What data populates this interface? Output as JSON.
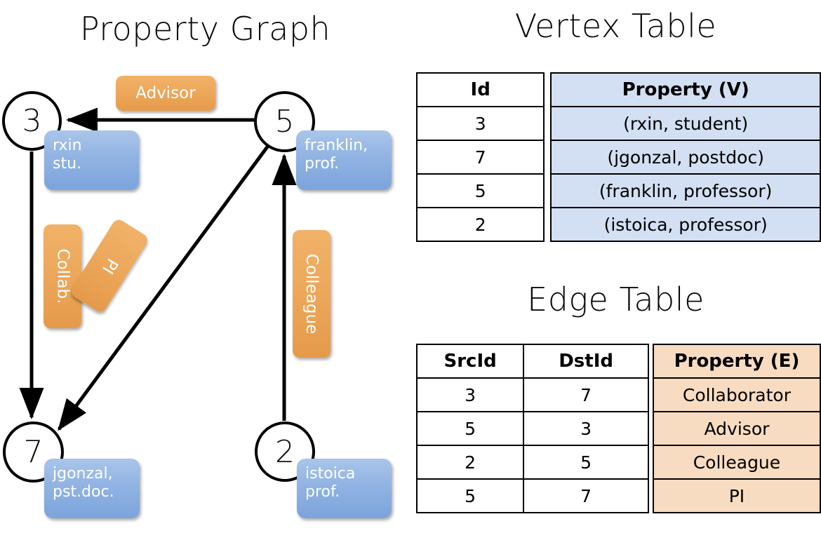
{
  "panels": {
    "graph_title": "Property Graph",
    "vertex_title": "Vertex Table",
    "edge_title": "Edge Table"
  },
  "graph": {
    "vertices": [
      {
        "id": "3",
        "property_lines": [
          "rxin",
          "stu."
        ]
      },
      {
        "id": "5",
        "property_lines": [
          "franklin,",
          "prof."
        ]
      },
      {
        "id": "7",
        "property_lines": [
          "jgonzal,",
          "pst.doc."
        ]
      },
      {
        "id": "2",
        "property_lines": [
          "istoica",
          "prof."
        ]
      }
    ],
    "edge_labels": {
      "advisor": "Advisor",
      "collab": "Collab.",
      "pi": "PI",
      "colleague": "Colleague"
    }
  },
  "vertex_table": {
    "headers": [
      "Id",
      "Property (V)"
    ],
    "rows": [
      {
        "id": "3",
        "property": "(rxin, student)"
      },
      {
        "id": "7",
        "property": "(jgonzal, postdoc)"
      },
      {
        "id": "5",
        "property": "(franklin, professor)"
      },
      {
        "id": "2",
        "property": "(istoica, professor)"
      }
    ]
  },
  "edge_table": {
    "headers": [
      "SrcId",
      "DstId",
      "Property (E)"
    ],
    "rows": [
      {
        "src": "3",
        "dst": "7",
        "property": "Collaborator"
      },
      {
        "src": "5",
        "dst": "3",
        "property": "Advisor"
      },
      {
        "src": "2",
        "dst": "5",
        "property": "Colleague"
      },
      {
        "src": "5",
        "dst": "7",
        "property": "PI"
      }
    ]
  },
  "colors": {
    "vertex_property_box": "#91b3e2",
    "edge_label_box": "#eda85c",
    "vertex_table_shade": "#d3dff2",
    "edge_table_shade": "#f7dcc1",
    "stroke": "#000000"
  }
}
